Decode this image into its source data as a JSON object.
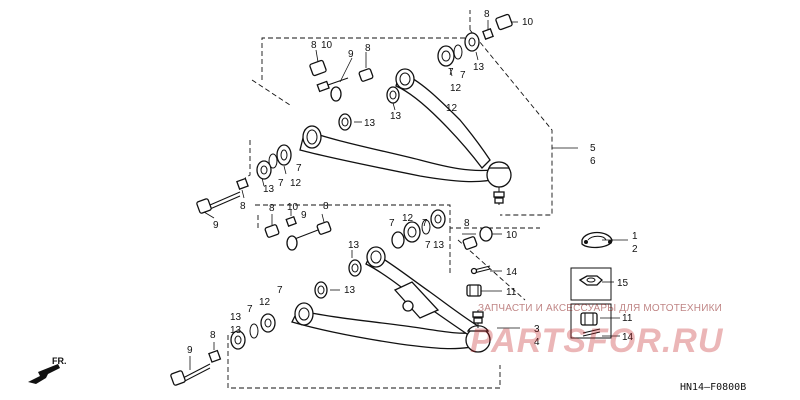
{
  "callouts": [
    {
      "id": "c-upper-8a",
      "text": "8"
    },
    {
      "id": "c-upper-10a",
      "text": "10"
    },
    {
      "id": "c-upper-9a",
      "text": "9"
    },
    {
      "id": "c-upper-8b",
      "text": "8"
    },
    {
      "id": "c-upper-7a",
      "text": "7"
    },
    {
      "id": "c-upper-12a",
      "text": "12"
    },
    {
      "id": "c-upper-13a",
      "text": "13"
    },
    {
      "id": "c-upper-13b",
      "text": "13"
    },
    {
      "id": "c-upper-7b",
      "text": "7"
    },
    {
      "id": "c-upper-12b",
      "text": "12"
    },
    {
      "id": "c-upper-13c",
      "text": "13"
    },
    {
      "id": "c-upper-13d",
      "text": "13"
    },
    {
      "id": "c-upper-7c",
      "text": "7"
    },
    {
      "id": "c-upper-12c",
      "text": "12"
    },
    {
      "id": "c-upper-7d",
      "text": "7"
    },
    {
      "id": "c-upper-8c",
      "text": "8"
    },
    {
      "id": "c-upper-9b",
      "text": "9"
    },
    {
      "id": "c-upper-8d",
      "text": "8"
    },
    {
      "id": "c-upper-10b",
      "text": "10"
    },
    {
      "id": "c-5",
      "text": "5"
    },
    {
      "id": "c-6",
      "text": "6"
    },
    {
      "id": "c-lower-8a",
      "text": "8"
    },
    {
      "id": "c-lower-10a",
      "text": "10"
    },
    {
      "id": "c-lower-9a",
      "text": "9"
    },
    {
      "id": "c-lower-8b",
      "text": "8"
    },
    {
      "id": "c-lower-7a",
      "text": "7"
    },
    {
      "id": "c-lower-12a",
      "text": "12"
    },
    {
      "id": "c-lower-13a",
      "text": "13"
    },
    {
      "id": "c-lower-7b",
      "text": "7"
    },
    {
      "id": "c-lower-7c",
      "text": "7"
    },
    {
      "id": "c-lower-13b",
      "text": "13"
    },
    {
      "id": "c-lower-13c",
      "text": "13"
    },
    {
      "id": "c-lower-8c",
      "text": "8"
    },
    {
      "id": "c-lower-10b",
      "text": "10"
    },
    {
      "id": "c-lower-14a",
      "text": "14"
    },
    {
      "id": "c-lower-11a",
      "text": "11"
    },
    {
      "id": "c-lower-13d",
      "text": "13"
    },
    {
      "id": "c-lower-7d",
      "text": "7"
    },
    {
      "id": "c-lower-12b",
      "text": "12"
    },
    {
      "id": "c-lower-7e",
      "text": "7"
    },
    {
      "id": "c-lower-13e",
      "text": "13"
    },
    {
      "id": "c-lower-8d",
      "text": "8"
    },
    {
      "id": "c-lower-9b",
      "text": "9"
    },
    {
      "id": "c-1",
      "text": "1"
    },
    {
      "id": "c-2",
      "text": "2"
    },
    {
      "id": "c-15",
      "text": "15"
    },
    {
      "id": "c-11b",
      "text": "11"
    },
    {
      "id": "c-14b",
      "text": "14"
    },
    {
      "id": "c-3",
      "text": "3"
    },
    {
      "id": "c-4",
      "text": "4"
    }
  ],
  "direction_label": "FR.",
  "diagram_code": "HN14—F0800B",
  "watermark": {
    "tagline": "ЗАПЧАСТИ И АКСЕССУАРЫ ДЛЯ МОТОТЕХНИКИ",
    "brand": "PARTSFOR.RU"
  }
}
